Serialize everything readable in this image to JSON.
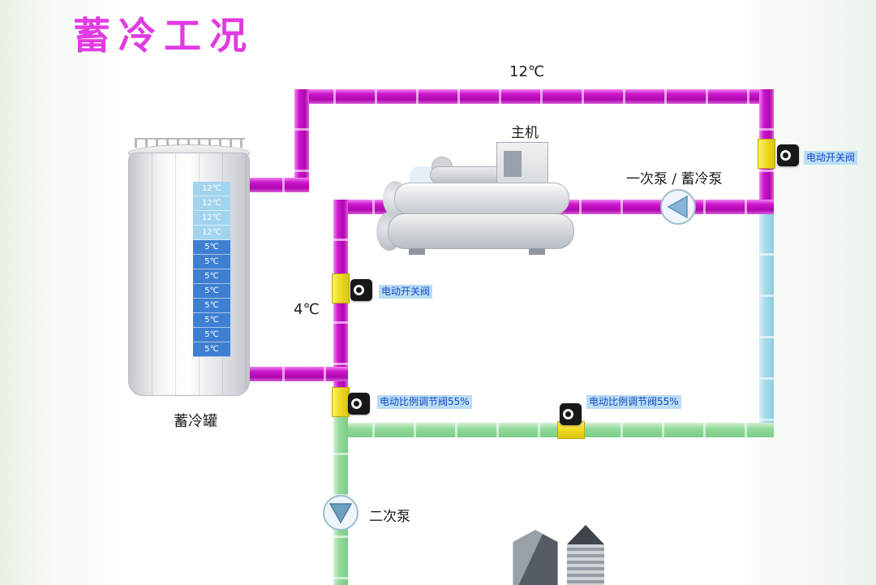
{
  "title": "蓄冷工况",
  "annotations": {
    "supply_temperature": "12℃",
    "return_temperature": "4℃",
    "chiller_label": "主机",
    "primary_pump_label": "一次泵 / 蓄冷泵",
    "secondary_pump_label": "二次泵",
    "tank_label": "蓄冷罐"
  },
  "valves": {
    "switch_valve_right": "电动开关阀",
    "switch_valve_left": "电动开关阀",
    "proportional_valve_left": "电动比例调节阀55%",
    "proportional_valve_middle": "电动比例调节阀55%"
  },
  "tank": {
    "light_rows": 4,
    "readings": [
      "12℃",
      "12℃",
      "12℃",
      "12℃",
      "5℃",
      "5℃",
      "5℃",
      "5℃",
      "5℃",
      "5℃",
      "5℃",
      "5℃"
    ]
  },
  "colors": {
    "title": "#e23ae2",
    "pipe_storage_loop": "#cd15cd",
    "pipe_secondary_loop": "#8fd996",
    "pipe_return_riser": "#a5d9e9",
    "valve_body": "#ecd91d",
    "valve_actuator": "#17181a",
    "tag_background": "#b9ddf3",
    "tag_text": "#1648c8"
  }
}
